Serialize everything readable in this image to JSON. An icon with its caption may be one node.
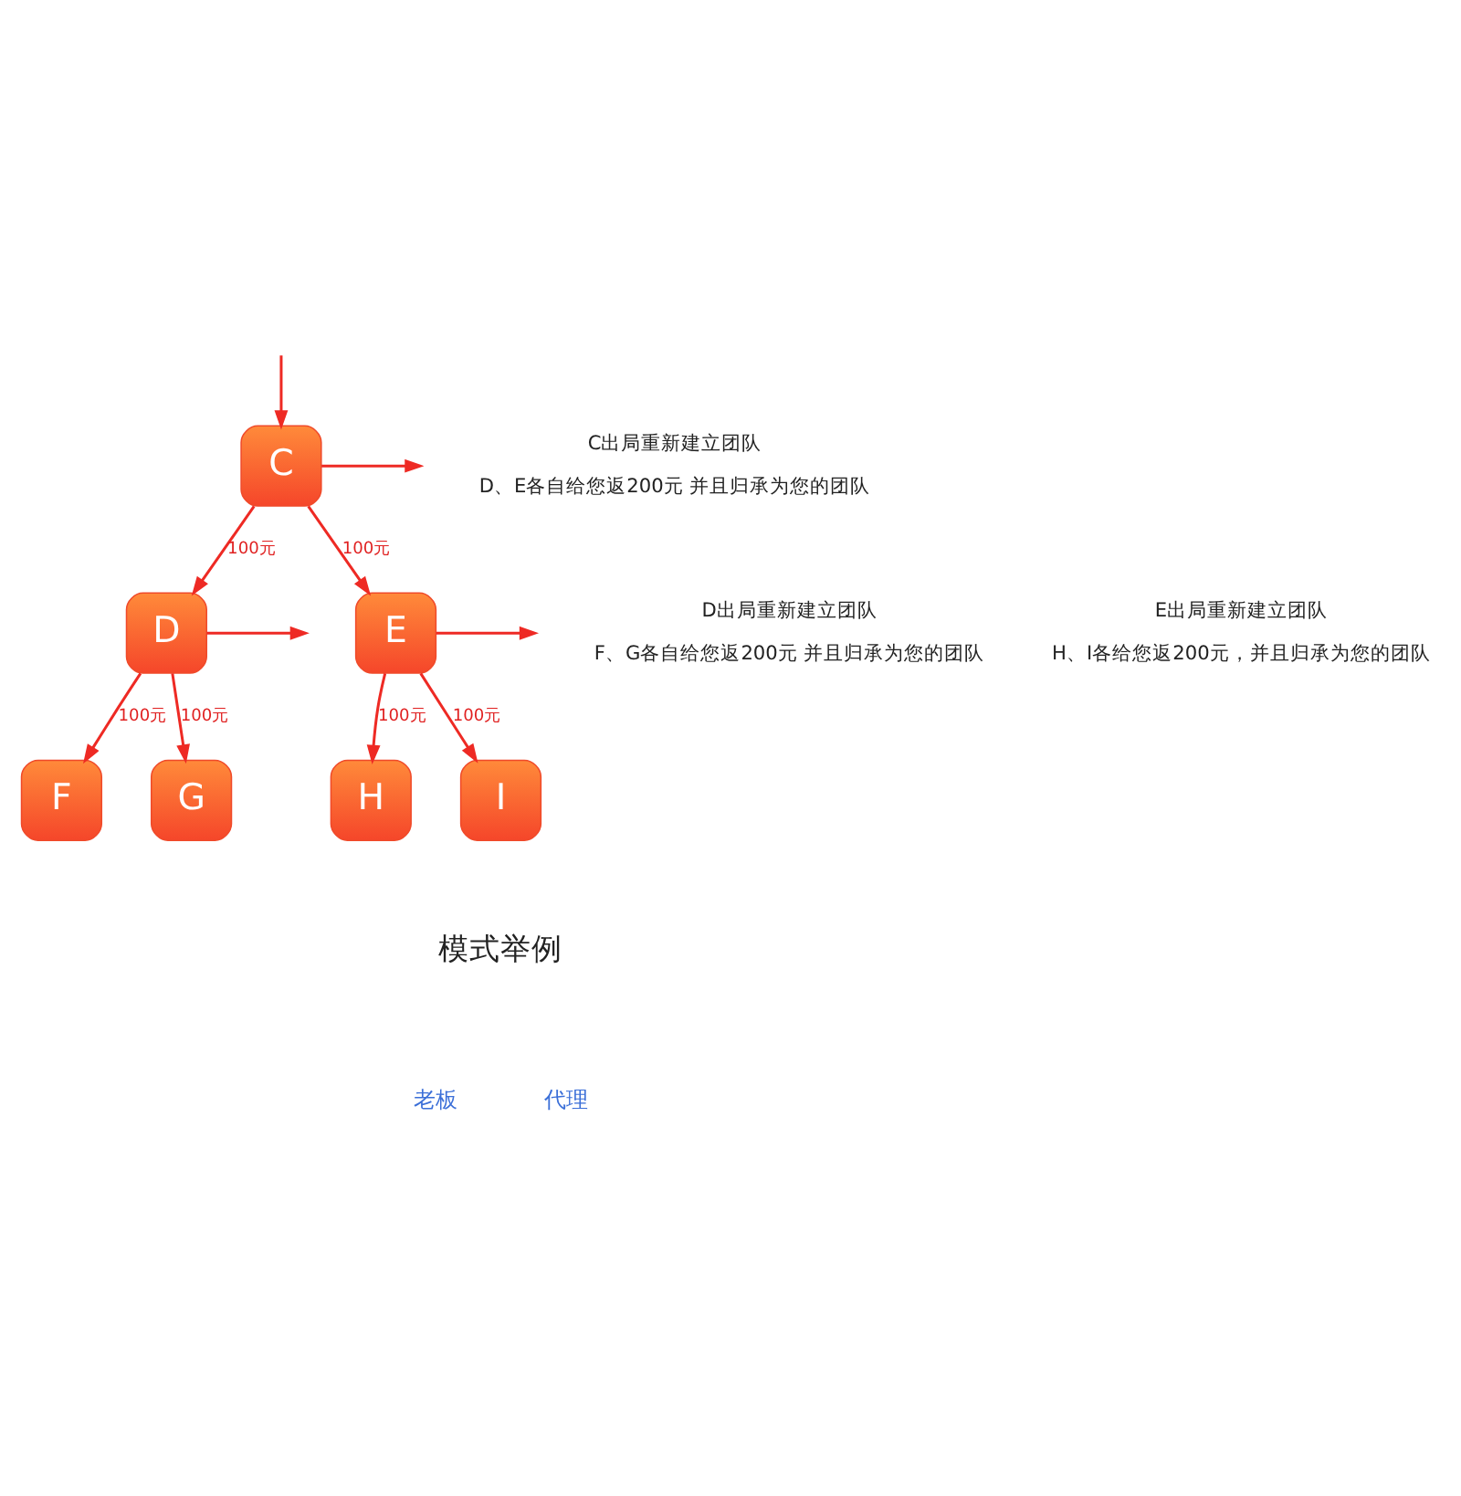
{
  "diagram": {
    "nodes": [
      {
        "text": [
          "C"
        ],
        "beside": [
          "C出局重新建立团队",
          "D、E各自给您返200元 并且归承为您的团队"
        ]
      },
      {
        "text": [
          "D"
        ],
        "beside": [
          "D出局重新建立团队",
          "F、G各自给您返200元 并且归承为您的团队"
        ]
      },
      {
        "text": [
          "E"
        ],
        "beside": [
          "E出局重新建立团队",
          "H、I各给您返200元，并且归承为您的团队"
        ]
      },
      {
        "text": [
          "F"
        ]
      },
      {
        "text": [
          "G"
        ]
      },
      {
        "text": [
          "H"
        ]
      },
      {
        "text": [
          "I"
        ]
      }
    ],
    "edges": [
      {
        "from": 0,
        "to": null,
        "arrow": "to"
      },
      {
        "from": null,
        "to": 0,
        "arrow": "to"
      },
      {
        "from": 0,
        "to": 1,
        "arrow": "to",
        "label": "100元"
      },
      {
        "from": 0,
        "to": 2,
        "arrow": "to",
        "label": "100元"
      },
      {
        "from": 1,
        "to": null,
        "arrow": "to"
      },
      {
        "from": 2,
        "to": null,
        "arrow": "to"
      },
      {
        "from": 1,
        "to": 3,
        "arrow": "to",
        "label": "100元"
      },
      {
        "from": 1,
        "to": 4,
        "arrow": "to",
        "label": "100元"
      },
      {
        "from": 2,
        "to": 5,
        "arrow": "to",
        "label": "100元"
      },
      {
        "from": 2,
        "to": 6,
        "arrow": "to",
        "label": "100元"
      }
    ],
    "labels": [
      "模式举例",
      "老板",
      "代理"
    ]
  }
}
